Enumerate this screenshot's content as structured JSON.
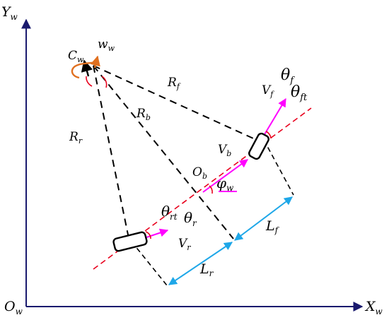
{
  "axes": {
    "x": {
      "main": "X",
      "sub": "w"
    },
    "y": {
      "main": "Y",
      "sub": "w"
    },
    "origin": {
      "main": "O",
      "sub": "w"
    }
  },
  "labels": {
    "cw": {
      "main": "C",
      "sub": "w"
    },
    "ww": {
      "main": "w",
      "sub": "w"
    },
    "rf": {
      "main": "R",
      "sub": "f"
    },
    "rb": {
      "main": "R",
      "sub": "b"
    },
    "rr": {
      "main": "R",
      "sub": "r"
    },
    "vf": {
      "main": "V",
      "sub": "f"
    },
    "thf": {
      "main": "θ",
      "sub": "f"
    },
    "thft": {
      "main": "θ",
      "sub": "ft"
    },
    "vb": {
      "main": "V",
      "sub": "b"
    },
    "ob": {
      "main": "O",
      "sub": "b"
    },
    "phiw": {
      "main": "φ",
      "sub": "w"
    },
    "thrt": {
      "main": "θ",
      "sub": "rt"
    },
    "thr": {
      "main": "θ",
      "sub": "r"
    },
    "vr": {
      "main": "V",
      "sub": "r"
    },
    "lf": {
      "main": "L",
      "sub": "f"
    },
    "lr": {
      "main": "L",
      "sub": "r"
    }
  },
  "colors": {
    "axis": "#1a1a6e",
    "dashed": "#000000",
    "centerline": "#e8001c",
    "velocity": "#ff00ff",
    "dimension": "#1ea7e8",
    "rotation": "#e07020",
    "angle": "#e8001c"
  }
}
